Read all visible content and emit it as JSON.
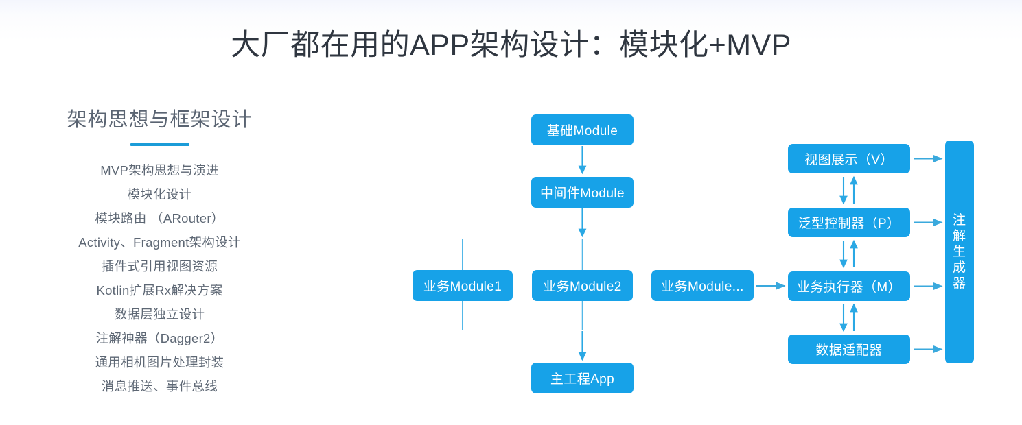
{
  "slide": {
    "title": "大厂都在用的APP架构设计：模块化+MVP",
    "accent_color": "#17a2e8",
    "rule_color": "#1b9cd8",
    "outline_color": "#54b8e8",
    "title_color": "#2f3640",
    "text_color": "#5d6774",
    "background_color": "#ffffff"
  },
  "left_panel": {
    "heading": "架构思想与框架设计",
    "items": [
      "MVP架构思想与演进",
      "模块化设计",
      "模块路由 （ARouter）",
      "Activity、Fragment架构设计",
      "插件式引用视图资源",
      "Kotlin扩展Rx解决方案",
      "数据层独立设计",
      "注解神器（Dagger2）",
      "通用相机图片处理封装",
      "消息推送、事件总线"
    ]
  },
  "diagram": {
    "module_stack": {
      "base": "基础Module",
      "middleware": "中间件Module",
      "business": [
        "业务Module1",
        "业务Module2",
        "业务Module..."
      ],
      "app": "主工程App"
    },
    "mvp_column": {
      "view": "视图展示（V）",
      "presenter": "泛型控制器（P）",
      "model": "业务执行器（M）",
      "adapter": "数据适配器"
    },
    "annotation_generator": {
      "full": "注解生成器",
      "chars": [
        "注",
        "解",
        "生",
        "成",
        "器"
      ]
    }
  }
}
